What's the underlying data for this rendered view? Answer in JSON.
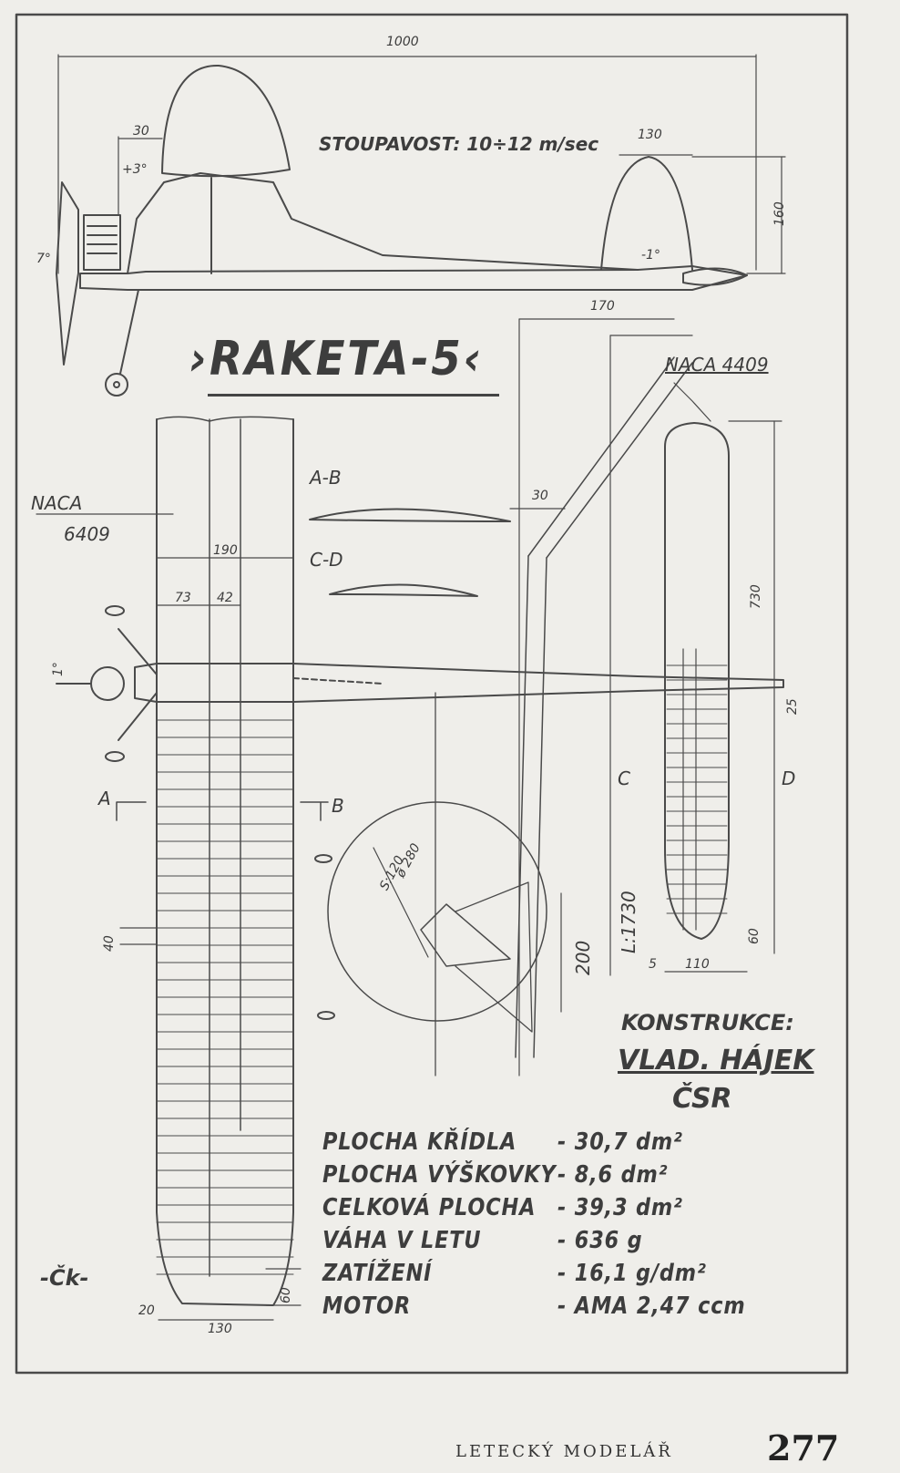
{
  "title": "›RAKETA-5‹",
  "climb": "STOUPAVOST: 10÷12 m/sec",
  "dims": {
    "length": "1000",
    "nose_offset": "30",
    "thrust_up": "+3°",
    "prop_down": "7°",
    "fin_chord": "130",
    "fin_height": "160",
    "stab_incidence": "-1°",
    "boom_offset": "170",
    "boom_kink": "30",
    "span": "L:1730",
    "root_chord": "190",
    "spar1": "73",
    "spar2": "42",
    "rib_spacing": "40",
    "tip_offset": "60",
    "tip_overhang": "20",
    "tip_chord": "130",
    "stab_half_span": "730",
    "stab_chord": "110",
    "stab_tip": "60",
    "stab_te": "5",
    "stab_offset": "25",
    "circle_dia": "ø 280",
    "circle_s": "S:120",
    "gear_h": "200",
    "side_thrust": "1°"
  },
  "sections": {
    "ab": "A-B",
    "cd": "C-D",
    "a": "A",
    "b": "B",
    "c": "C",
    "d": "D"
  },
  "airfoils": {
    "wing_a": "NACA",
    "wing_b": "6409",
    "stab": "NACA 4409"
  },
  "credits": {
    "label": "KONSTRUKCE:",
    "author": "VLAD. HÁJEK",
    "country": "ČSR"
  },
  "specs": [
    {
      "label": "PLOCHA KŘÍDLA",
      "value": "- 30,7 dm²"
    },
    {
      "label": "PLOCHA VÝŠKOVKY",
      "value": "- 8,6 dm²"
    },
    {
      "label": "CELKOVÁ PLOCHA",
      "value": "- 39,3 dm²"
    },
    {
      "label": "VÁHA V LETU",
      "value": "- 636 g"
    },
    {
      "label": "ZATÍŽENÍ",
      "value": "- 16,1 g/dm²"
    },
    {
      "label": "MOTOR",
      "value": "- AMA 2,47 ccm"
    }
  ],
  "signature": "-Čk-",
  "footer": {
    "publication": "LETECKÝ MODELÁŘ",
    "page": "277"
  }
}
